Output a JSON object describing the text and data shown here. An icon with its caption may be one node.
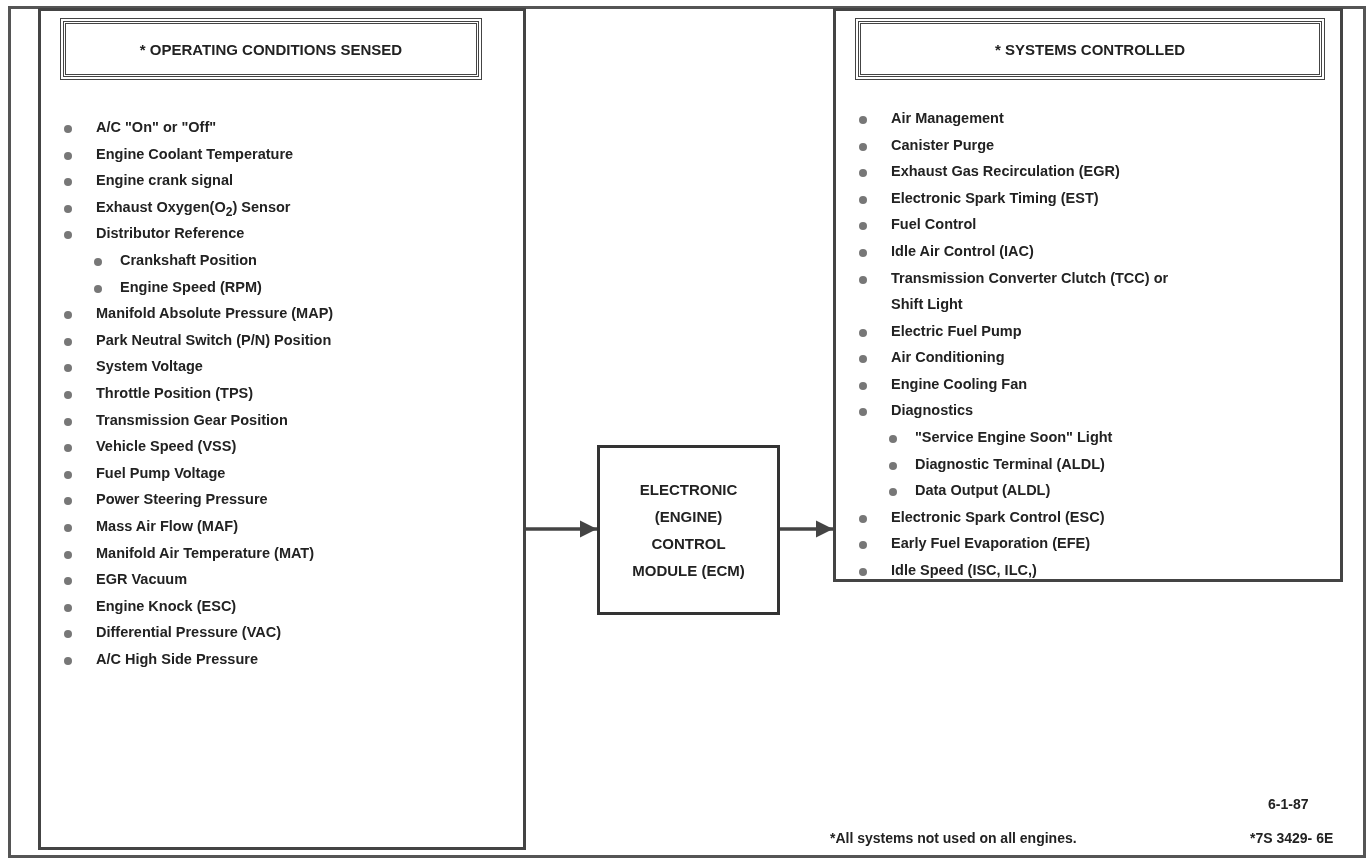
{
  "diagram": {
    "nodes": [
      {
        "text": [
          "A/C \"On\" or \"Off\"",
          "Engine Coolant Temperature",
          "Engine crank signal",
          "Exhaust Oxygen(O$_{2}$) Sensor",
          "Distributor Reference",
          "Crankshaft Position",
          "Engine Speed (RPM)",
          "Manifold Absolute Pressure  (MAP)",
          "Park Neutral Switch (P/N) Position",
          "System Voltage",
          "Throttle Position (TPS)",
          "Transmission Gear Position",
          "Vehicle Speed (VSS)",
          "Fuel Pump Voltage",
          "Power Steering Pressure",
          "Mass Air Flow (MAF)",
          "Manifold Air Temperature (MAT)",
          "EGR  Vacuum",
          "Engine Knock (ESC)",
          "Differential Pressure (VAC)",
          "A/C High Side Pressure"
        ]
      },
      {
        "text": [
          "* OPERATING CONDITIONS SENSED"
        ],
        "in": 0
      },
      {
        "text": [
          "ELECTRONIC (ENGINE) CONTROL MODULE (ECM)"
        ]
      },
      {
        "text": [
          "Air Management",
          "Canister Purge",
          "Exhaust Gas Recirculation (EGR)",
          "Electronic Spark Timing (EST)",
          "Fuel Control",
          "Idle Air Control (IAC)",
          "Transmission Converter Clutch (TCC) or Shift Light",
          "Electric Fuel Pump",
          "Air Conditioning",
          "Engine Cooling Fan",
          "Diagnostics",
          "\"Service Engine Soon\" Light",
          "Diagnostic Terminal  (ALDL)",
          "Data Output (ALDL)",
          "Electronic Spark Control (ESC)",
          "Early Fuel Evaporation (EFE)",
          "Idle Speed (ISC, ILC,)"
        ]
      },
      {
        "text": [
          "* SYSTEMS CONTROLLED"
        ],
        "in": 3
      }
    ],
    "edges": [
      {
        "from": 0,
        "to": 2,
        "arrow": "to"
      },
      {
        "from": 2,
        "to": 3,
        "arrow": "to"
      }
    ],
    "labels": [
      "6-1-87",
      "*All  systems not used on all engines.",
      "*7S 3429- 6E"
    ]
  }
}
